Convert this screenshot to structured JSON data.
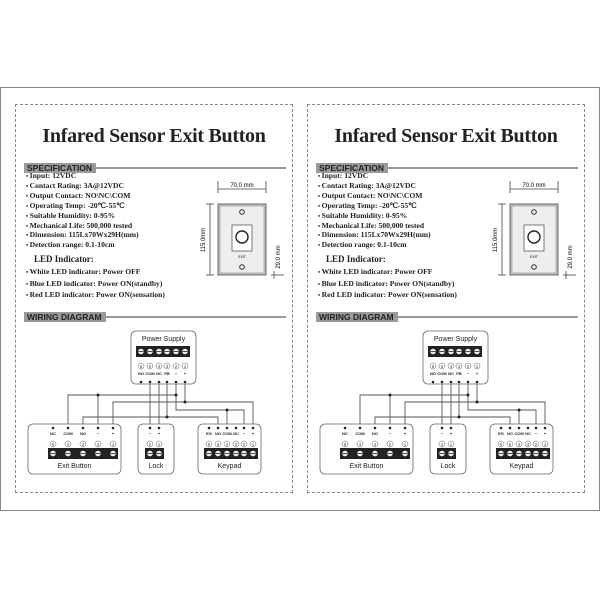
{
  "panel": {
    "title": "Infared Sensor Exit Button",
    "spec_header": "SPECIFICATION",
    "specs": [
      "Input: 12VDC",
      "Contact Rating: 3A@12VDC",
      "Output Contact: NO\\NC\\COM",
      "Operating Temp: -20℃-55℃",
      "Suitable Humidity: 0-95%",
      "Mechanical Life: 500,000 tested",
      "Dimension: 115Lx70Wx29H(mm)",
      "Detection range: 0.1-10cm"
    ],
    "led_header": "LED Indicator:",
    "leds": [
      "White LED indicator: Power OFF",
      "Blue LED indicator: Power ON(standby)",
      "Red LED indicator: Power ON(sensation)"
    ],
    "drawing": {
      "width": "70.0 mm",
      "height": "115.0mm",
      "depth": "29.0 mm",
      "button_label": "EXIT"
    },
    "wiring_header": "WIRING DIAGRAM",
    "power_supply": {
      "label": "Power Supply",
      "terminals": [
        "NO",
        "COM",
        "NC",
        "PB",
        "−",
        "+"
      ],
      "numbers": [
        "6",
        "5",
        "4",
        "3",
        "2",
        "1"
      ]
    },
    "exit_button": {
      "label": "Exit Button",
      "terminals": [
        "NC",
        "COM",
        "NO",
        "−",
        "+"
      ],
      "numbers": [
        "5",
        "4",
        "3",
        "2",
        "1"
      ]
    },
    "lock": {
      "label": "Lock",
      "terminals": [
        "−",
        "+"
      ],
      "numbers": [
        "2",
        "1"
      ]
    },
    "keypad": {
      "label": "Keypad",
      "terminals": [
        "EG",
        "NO",
        "COM",
        "NC",
        "−",
        "+"
      ],
      "numbers": [
        "6",
        "5",
        "4",
        "3",
        "2",
        "1"
      ]
    }
  }
}
